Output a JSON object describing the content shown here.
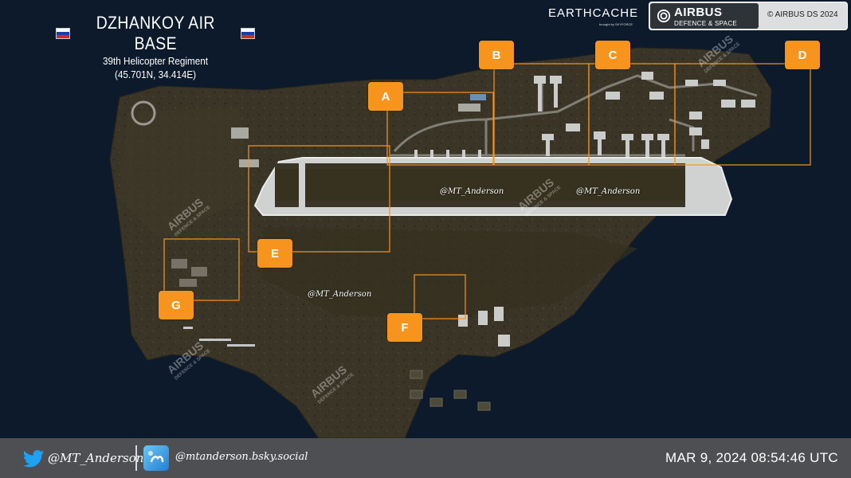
{
  "header": {
    "title": "DZHANKOY AIR BASE",
    "subtitle": "39th Helicopter Regiment",
    "coordinates": "(45.701N, 34.414E)",
    "flag_icon": "russian-flag-icon"
  },
  "brands": {
    "earthcache": "EARTHCACHE",
    "earthcache_tagline": "brought by SKYFORCE",
    "airbus_name": "AIRBUS",
    "airbus_sub": "DEFENCE & SPACE",
    "copyright": "© AIRBUS DS 2024"
  },
  "map": {
    "labels": [
      "A",
      "B",
      "C",
      "D",
      "E",
      "F",
      "G"
    ],
    "watermark_handles": [
      "@MT_Anderson",
      "@MT_Anderson",
      "@MT_Anderson"
    ],
    "watermark_brand": "AIRBUS",
    "watermark_brand_sub": "DEFENCE & SPACE",
    "colors": {
      "background": "#0c1a2c",
      "terrain": "#3b3628",
      "runway": "#cfd2d0",
      "annotation": "#f7941d"
    }
  },
  "footer": {
    "twitter_handle": "@MT_Anderson",
    "bluesky_handle": "@mtanderson.bsky.social",
    "timestamp": "MAR 9, 2024 08:54:46 UTC"
  }
}
